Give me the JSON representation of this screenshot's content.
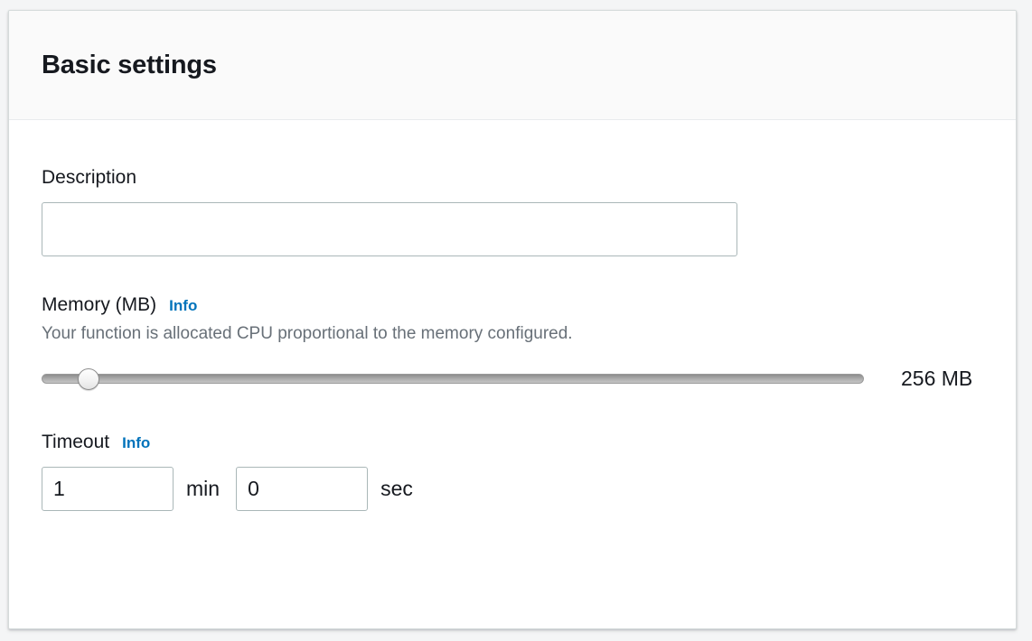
{
  "panel": {
    "title": "Basic settings"
  },
  "description": {
    "label": "Description",
    "value": "",
    "placeholder": ""
  },
  "memory": {
    "label": "Memory (MB)",
    "info_label": "Info",
    "helper_text": "Your function is allocated CPU proportional to the memory configured.",
    "value": 256,
    "min": 128,
    "max": 3008,
    "step": 64,
    "value_display": "256 MB"
  },
  "timeout": {
    "label": "Timeout",
    "info_label": "Info",
    "minutes": "1",
    "minutes_unit": "min",
    "seconds": "0",
    "seconds_unit": "sec"
  },
  "colors": {
    "link_blue": "#0073bb",
    "text_primary": "#16191f",
    "text_secondary": "#687078",
    "border": "#aab7b8",
    "header_bg": "#fafafa"
  }
}
